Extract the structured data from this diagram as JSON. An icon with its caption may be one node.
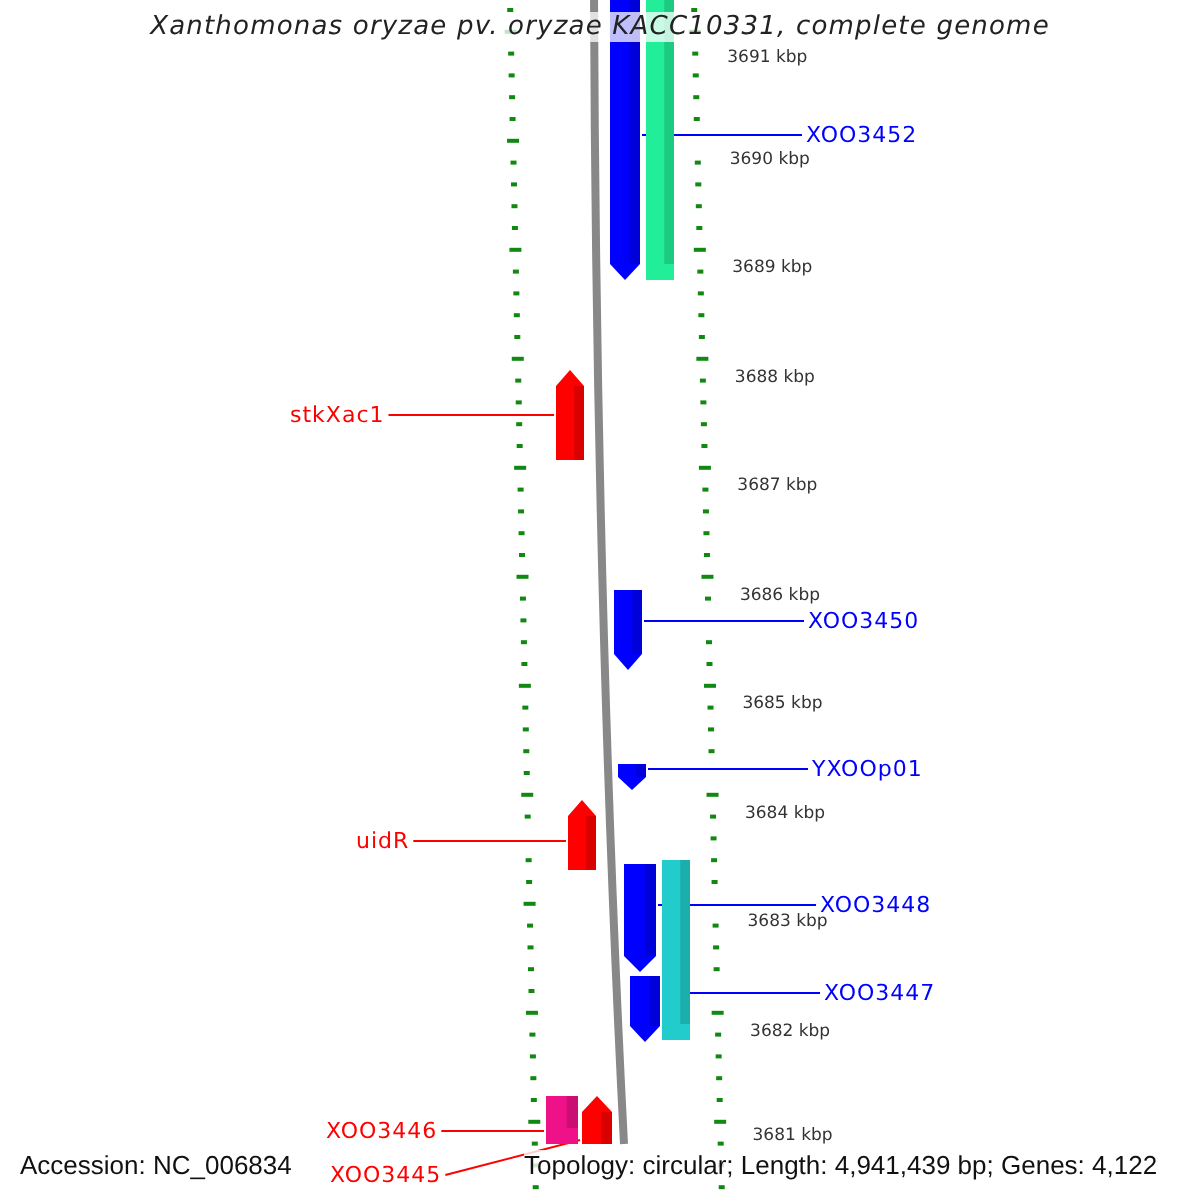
{
  "diagram": {
    "title": "Xanthomonas oryzae pv. oryzae KACC10331, complete genome",
    "nodes": [
      {
        "text": [
          "XOO3452"
        ]
      },
      {
        "text": [],
        "shape": "arrow"
      },
      {
        "text": [],
        "shape": "bar"
      },
      {
        "text": [
          "stkXac1"
        ]
      },
      {
        "text": [],
        "shape": "arrow"
      },
      {
        "text": [],
        "shape": "arrow"
      },
      {
        "text": [
          "XOO3450"
        ]
      },
      {
        "text": [
          "YXOOp01"
        ]
      },
      {
        "text": [],
        "shape": "arrow"
      },
      {
        "text": [
          "uidR"
        ]
      },
      {
        "text": [],
        "shape": "arrow"
      },
      {
        "text": [],
        "shape": "arrow"
      },
      {
        "text": [],
        "shape": "bar"
      },
      {
        "text": [
          "XOO3448"
        ]
      },
      {
        "text": [
          "XOO3447"
        ]
      },
      {
        "text": [],
        "shape": "arrow"
      },
      {
        "text": [
          "XOO3446"
        ]
      },
      {
        "text": [],
        "shape": "bar"
      },
      {
        "text": [],
        "shape": "arrow"
      },
      {
        "text": [
          "XOO3445"
        ]
      }
    ],
    "edges": [
      {
        "from": 0,
        "to": 1,
        "arrow": "none",
        "color": "#0000ff"
      },
      {
        "from": 3,
        "to": 4,
        "arrow": "none",
        "color": "#ff0000"
      },
      {
        "from": 6,
        "to": 5,
        "arrow": "none",
        "color": "#0000ff"
      },
      {
        "from": 7,
        "to": 8,
        "arrow": "none",
        "color": "#0000ff"
      },
      {
        "from": 9,
        "to": 10,
        "arrow": "none",
        "color": "#ff0000"
      },
      {
        "from": 13,
        "to": 11,
        "arrow": "none",
        "color": "#0000ff"
      },
      {
        "from": 14,
        "to": 15,
        "arrow": "none",
        "color": "#0000ff"
      },
      {
        "from": 16,
        "to": 17,
        "arrow": "none",
        "color": "#ff0000"
      },
      {
        "from": 19,
        "to": 18,
        "arrow": "none",
        "color": "#ff0000"
      }
    ],
    "labels": [
      "3691 kbp",
      "3690 kbp",
      "3689 kbp",
      "3688 kbp",
      "3687 kbp",
      "3686 kbp",
      "3685 kbp",
      "3684 kbp",
      "3683 kbp",
      "3682 kbp",
      "3681 kbp",
      "Accession: NC_006834",
      "Topology: circular; Length: 4,941,439 bp; Genes: 4,122"
    ]
  }
}
